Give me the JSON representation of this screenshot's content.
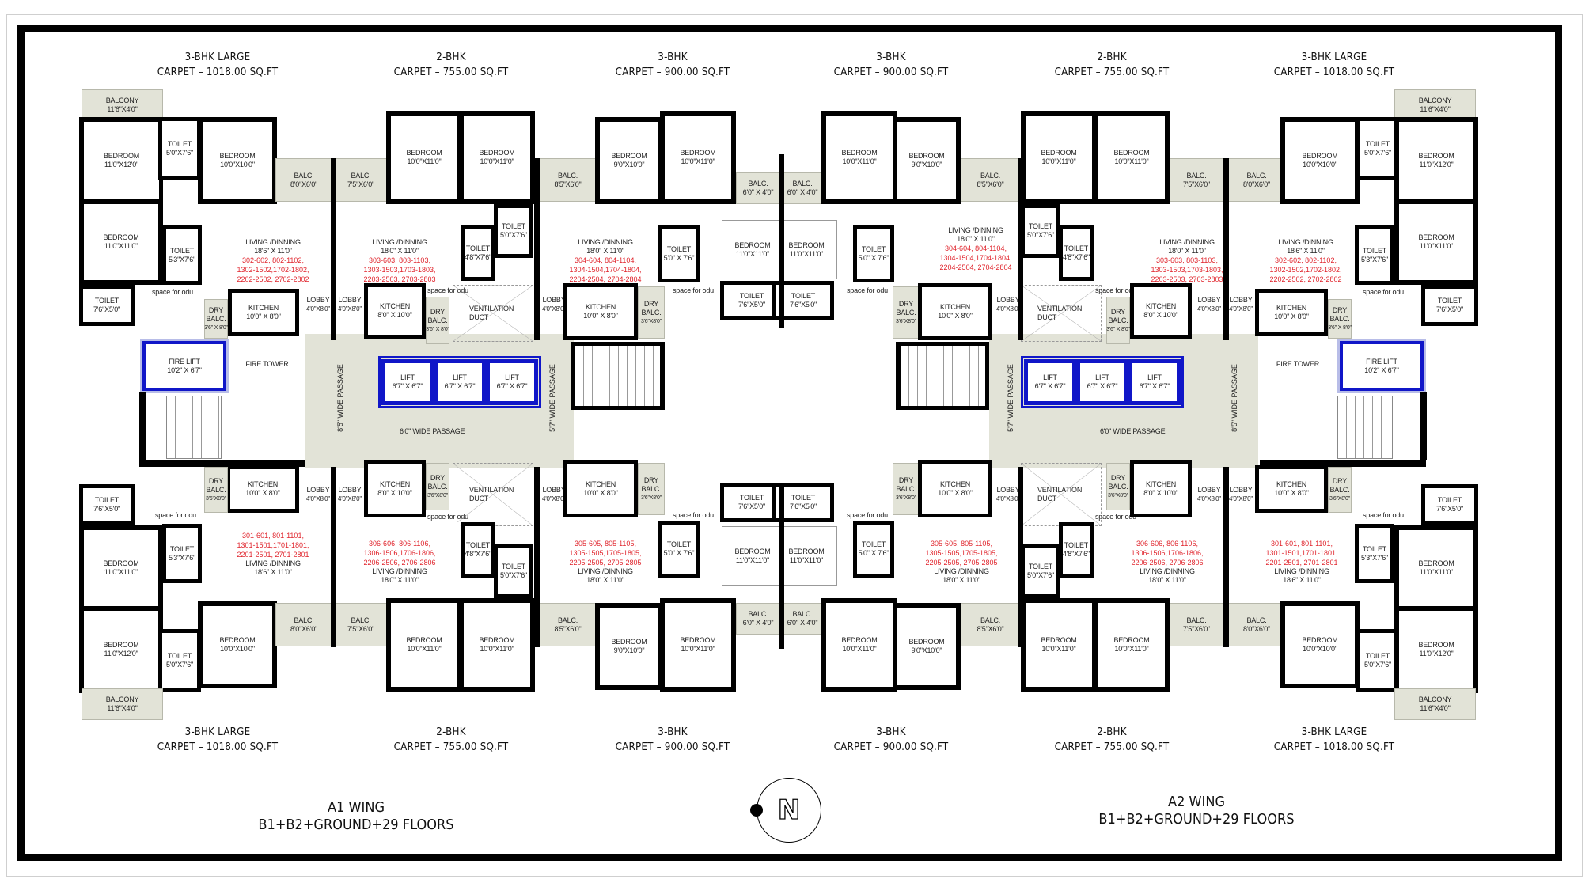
{
  "unit_headers_top": [
    {
      "type": "3-BHK LARGE",
      "carpet": "CARPET – 1018.00 SQ.FT"
    },
    {
      "type": "2-BHK",
      "carpet": "CARPET – 755.00 SQ.FT"
    },
    {
      "type": "3-BHK",
      "carpet": "CARPET – 900.00 SQ.FT"
    },
    {
      "type": "3-BHK",
      "carpet": "CARPET – 900.00 SQ.FT"
    },
    {
      "type": "2-BHK",
      "carpet": "CARPET – 755.00 SQ.FT"
    },
    {
      "type": "3-BHK LARGE",
      "carpet": "CARPET – 1018.00 SQ.FT"
    }
  ],
  "unit_headers_bottom": [
    {
      "type": "3-BHK LARGE",
      "carpet": "CARPET – 1018.00 SQ.FT"
    },
    {
      "type": "2-BHK",
      "carpet": "CARPET – 755.00 SQ.FT"
    },
    {
      "type": "3-BHK",
      "carpet": "CARPET – 900.00 SQ.FT"
    },
    {
      "type": "3-BHK",
      "carpet": "CARPET – 900.00 SQ.FT"
    },
    {
      "type": "2-BHK",
      "carpet": "CARPET – 755.00 SQ.FT"
    },
    {
      "type": "3-BHK LARGE",
      "carpet": "CARPET – 1018.00 SQ.FT"
    }
  ],
  "rooms": {
    "balcony": {
      "name": "BALCONY",
      "size": "11'6\"X4'0\""
    },
    "bed_11x12": {
      "name": "BEDROOM",
      "size": "11'0\"X12'0\""
    },
    "bed_10x10": {
      "name": "BEDROOM",
      "size": "10'0\"X10'0\""
    },
    "bed_11x11": {
      "name": "BEDROOM",
      "size": "11'0\"X11'0\""
    },
    "bed_10x11": {
      "name": "BEDROOM",
      "size": "10'0\"X11'0\""
    },
    "bed_9x10": {
      "name": "BEDROOM",
      "size": "9'0\"X10'0\""
    },
    "toilet_5x76": {
      "name": "TOILET",
      "size": "5'0\"X7'6\""
    },
    "toilet_53x76": {
      "name": "TOILET",
      "size": "5'3\"X7'6\""
    },
    "toilet_76x5": {
      "name": "TOILET",
      "size": "7'6\"X5'0\""
    },
    "toilet_48x76": {
      "name": "TOILET",
      "size": "4'8\"X7'6\""
    },
    "toilet_5x76b": {
      "name": "TOILET",
      "size": "5'0\" X 7'6\""
    },
    "balc_8x6": {
      "name": "BALC.",
      "size": "8'0\"X6'0\""
    },
    "balc_75x6": {
      "name": "BALC.",
      "size": "7'5\"X6'0\""
    },
    "balc_85x6": {
      "name": "BALC.",
      "size": "8'5\"X6'0\""
    },
    "balc_6x4": {
      "name": "BALC.",
      "size": "6'0\" X 4'0\""
    },
    "living_186": {
      "name": "LIVING /DINNING",
      "size": "18'6\" X 11'0\""
    },
    "living_18": {
      "name": "LIVING /DINNING",
      "size": "18'0\" X 11'0\""
    },
    "kitchen_10x8": {
      "name": "KITCHEN",
      "size": "10'0\" X 8'0\""
    },
    "kitchen_8x10": {
      "name": "KITCHEN",
      "size": "8'0\" X 10'0\""
    },
    "dry_balc_a": {
      "name": "DRY BALC.",
      "size": "3'6\" X 8'0\""
    },
    "dry_balc_b": {
      "name": "DRY BALC.",
      "size": "3'6\"X8'0\""
    },
    "lobby": {
      "name": "LOBBY",
      "size": "4'0\"X8'0\""
    },
    "odu": {
      "name": "space for odu"
    },
    "vent_duct": {
      "name": "VENTILATION DUCT"
    },
    "lift": {
      "name": "LIFT",
      "size": "6'7\" X 6'7\""
    },
    "fire_lift": {
      "name": "FIRE LIFT",
      "size": "10'2\" X 6'7\""
    },
    "fire_tower": {
      "name": "FIRE TOWER"
    },
    "passage_85": "8'5\" WIDE PASSAGE",
    "passage_57": "5'7\" WIDE PASSAGE",
    "passage_60": "6'0\" WIDE PASSAGE"
  },
  "flat_numbers": {
    "u02": "302-602, 802-1102, 1302-1502,1702-1802, 2202-2502, 2702-2802",
    "u03": "303-603, 803-1103, 1303-1503,1703-1803, 2203-2503, 2703-2803",
    "u04": "304-604, 804-1104, 1304-1504,1704-1804, 2204-2504, 2704-2804",
    "u01": "301-601, 801-1101, 1301-1501,1701-1801, 2201-2501, 2701-2801",
    "u06": "306-606, 806-1106, 1306-1506,1706-1806, 2206-2506, 2706-2806",
    "u05": "305-605, 805-1105, 1305-1505,1705-1805, 2205-2505, 2705-2805"
  },
  "flat_lines": {
    "u02": [
      "302-602, 802-1102,",
      "1302-1502,1702-1802,",
      "2202-2502, 2702-2802"
    ],
    "u03": [
      "303-603, 803-1103,",
      "1303-1503,1703-1803,",
      "2203-2503, 2703-2803"
    ],
    "u04": [
      "304-604, 804-1104,",
      "1304-1504,1704-1804,",
      "2204-2504, 2704-2804"
    ],
    "u01": [
      "301-601, 801-1101,",
      "1301-1501,1701-1801,",
      "2201-2501, 2701-2801"
    ],
    "u06": [
      "306-606, 806-1106,",
      "1306-1506,1706-1806,",
      "2206-2506, 2706-2806"
    ],
    "u05": [
      "305-605, 805-1105,",
      "1305-1505,1705-1805,",
      "2205-2505, 2705-2805"
    ]
  },
  "wings": [
    {
      "name": "A1 WING",
      "floors": "B1+B2+GROUND+29 FLOORS"
    },
    {
      "name": "A2 WING",
      "floors": "B1+B2+GROUND+29 FLOORS"
    }
  ],
  "north_arrow": {
    "label": "N",
    "icon": "north-arrow-icon"
  },
  "colors": {
    "wall": "#000000",
    "balcony_fill": "#e2e3d7",
    "lift_outline": "#1016c8",
    "flat_numbers": "#e0242c",
    "window": "#9aa0f0"
  }
}
